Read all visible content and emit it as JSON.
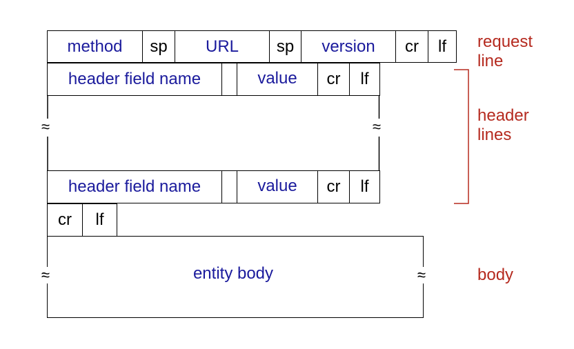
{
  "request_line": {
    "fields": [
      "method",
      "sp",
      "URL",
      "sp",
      "version",
      "cr",
      "lf"
    ]
  },
  "header_line_1": {
    "fields": [
      "header field name",
      "",
      "value",
      "cr",
      "lf"
    ]
  },
  "header_line_2": {
    "fields": [
      "header field name",
      "",
      "value",
      "cr",
      "lf"
    ]
  },
  "blank_line": {
    "fields": [
      "cr",
      "lf"
    ]
  },
  "body_box": {
    "label": "entity body"
  },
  "annotations": {
    "request_line_1": "request",
    "request_line_2": "line",
    "header_lines_1": "header",
    "header_lines_2": "lines",
    "body": "body"
  },
  "colors": {
    "field_text": "#1a1a9c",
    "control_text": "#000000",
    "annotation": "#b52a1f"
  }
}
